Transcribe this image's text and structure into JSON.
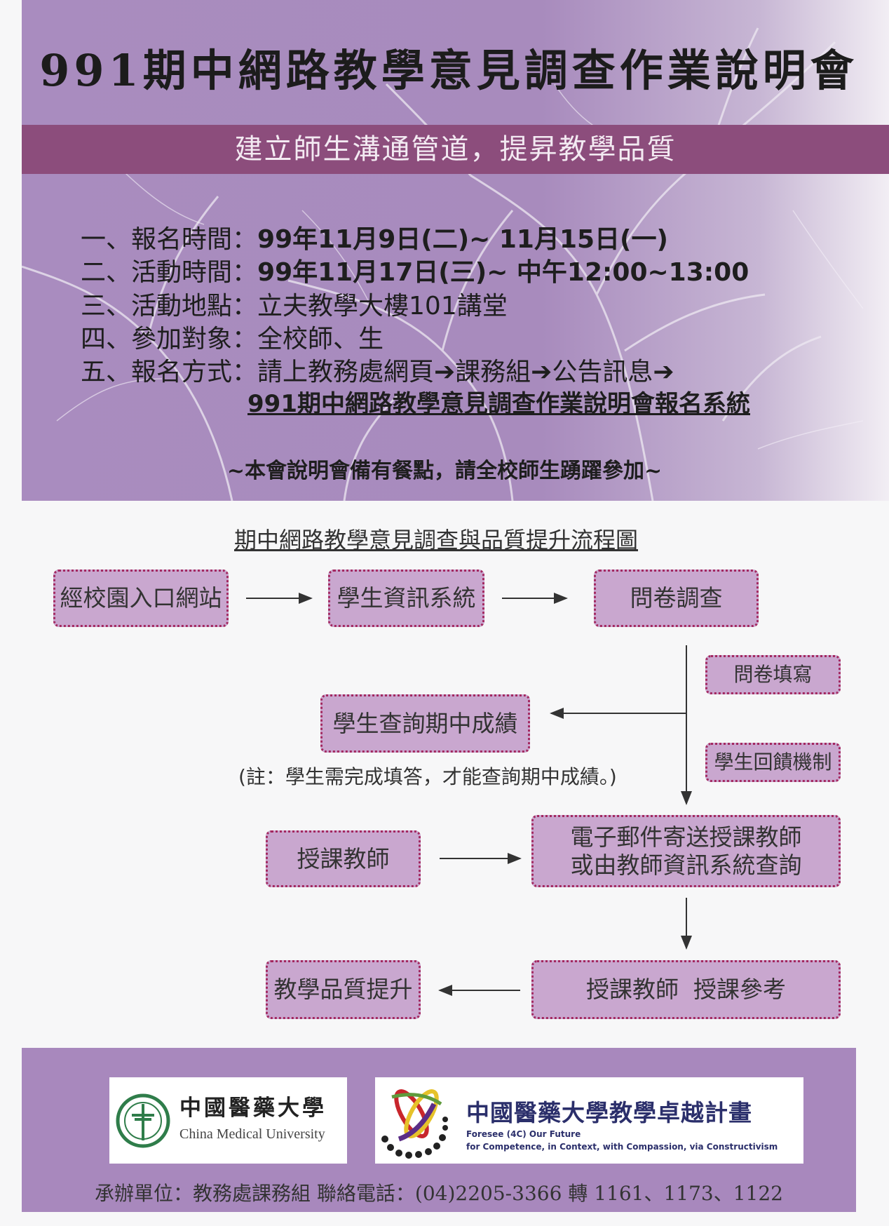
{
  "title": "991期中網路教學意見調查作業說明會",
  "banner": "建立師生溝通管道，提昇教學品質",
  "info": [
    {
      "label": "一、報名時間：",
      "value": "99年11月9日(二)~ 11月15日(一)"
    },
    {
      "label": "二、活動時間：",
      "value": "99年11月17日(三)~ 中午12:00~13:00"
    },
    {
      "label": "三、活動地點：",
      "value": "立夫教學大樓101講堂"
    },
    {
      "label": "四、參加對象：",
      "value": "全校師、生"
    },
    {
      "label": "五、報名方式：",
      "value": "請上教務處網頁➔課務組➔公告訊息➔"
    }
  ],
  "registration_link": "991期中網路教學意見調查作業說明會報名系統",
  "tagline": "~本會說明會備有餐點，請全校師生踴躍參加~",
  "flow": {
    "title": "期中網路教學意見調查與品質提升流程圖",
    "portal": "經校園入口網站",
    "student_system": "學生資訊系統",
    "survey": "問卷調查",
    "fill": "問卷填寫",
    "query_grades": "學生查詢期中成績",
    "note": "(註：學生需完成填答，才能查詢期中成績。)",
    "feedback": "學生回饋機制",
    "teacher": "授課教師",
    "email_line1": "電子郵件寄送授課教師",
    "email_line2": "或由教師資訊系統查詢",
    "improve": "教學品質提升",
    "reference": "授課教師  授課參考"
  },
  "footer": {
    "cmu_cn": "中國醫藥大學",
    "cmu_en": "China Medical University",
    "project_cn": "中國醫藥大學教學卓越計畫",
    "project_en1": "Foresee (4C) Our Future",
    "project_en2": "for Competence, in Context, with Compassion, via Constructivism",
    "contact": "承辦單位：教務處課務組 聯絡電話：(04)2205-3366 轉 1161、1173、1122"
  },
  "colors": {
    "purple": "#a98cbf",
    "banner": "#8c4d7c",
    "box": "#c9a7cf",
    "border": "#a32860"
  }
}
